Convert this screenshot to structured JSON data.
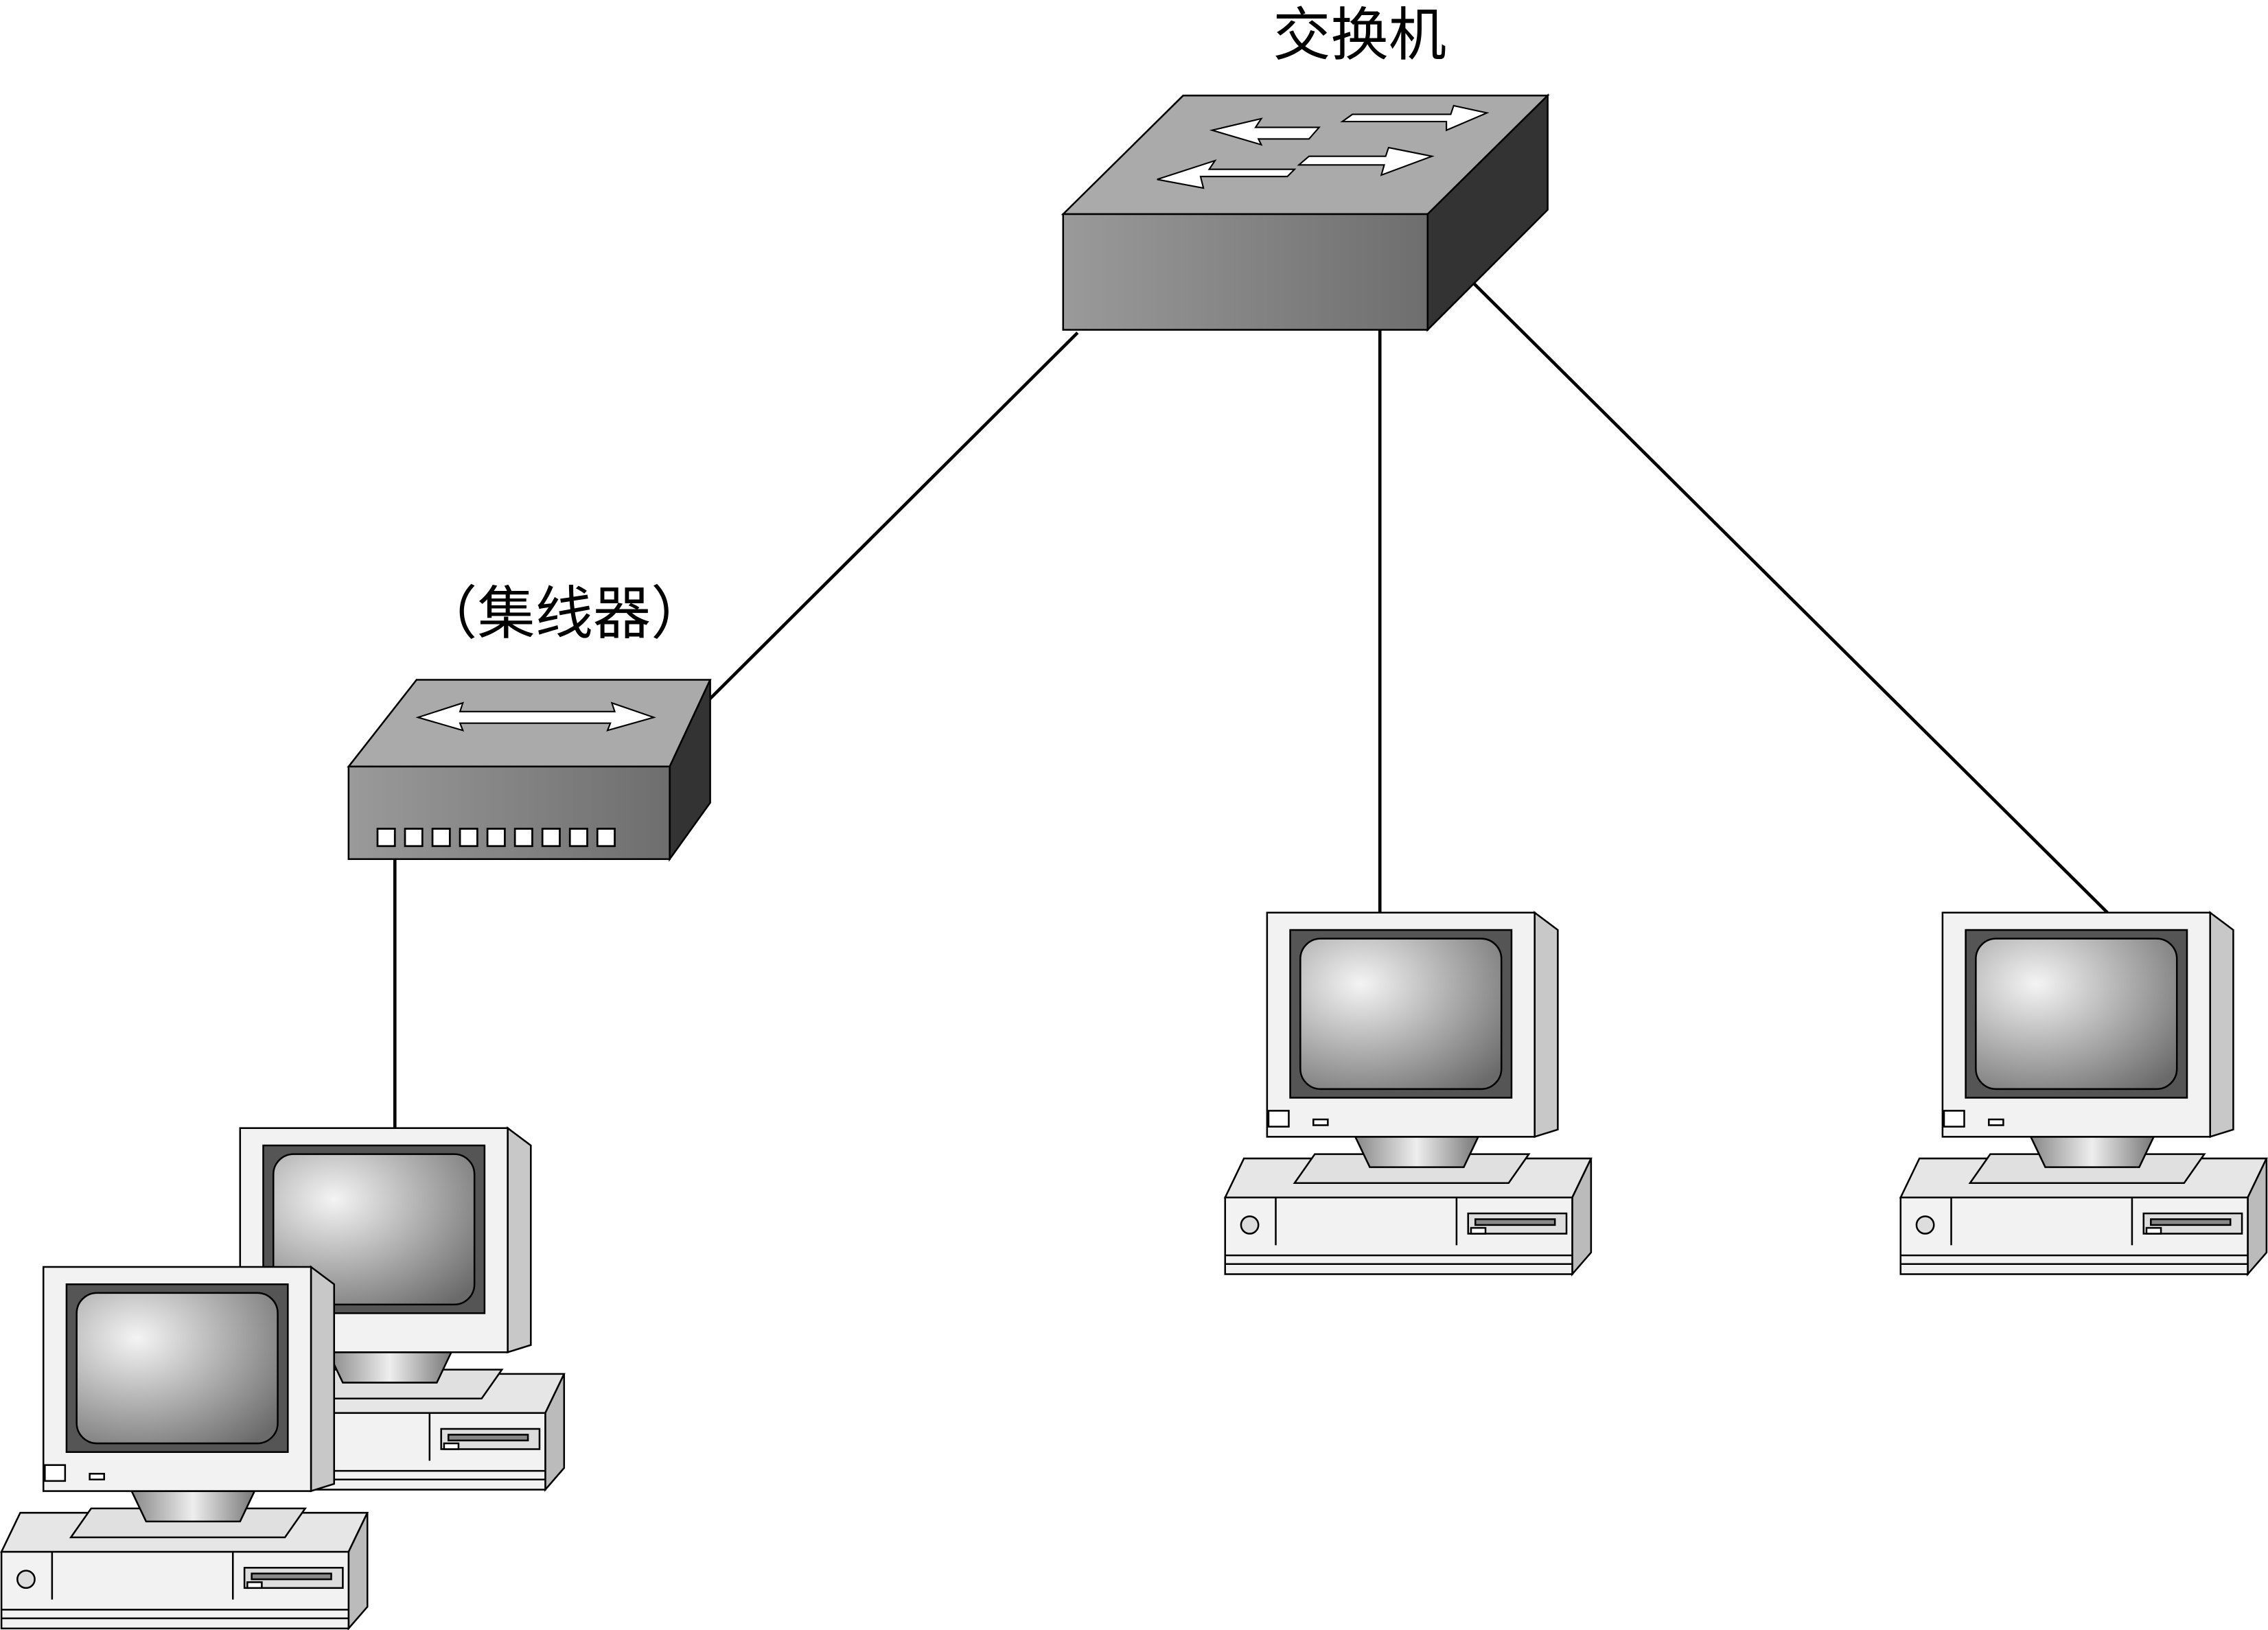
{
  "labels": {
    "switch": "交换机",
    "hub": "（集线器）"
  },
  "nodes": [
    {
      "type": "switch",
      "label_ref": "switch"
    },
    {
      "type": "hub",
      "label_ref": "hub",
      "ports": 9
    },
    {
      "type": "computer",
      "attached_to": "hub"
    },
    {
      "type": "computer",
      "attached_to": "hub"
    },
    {
      "type": "computer",
      "attached_to": "switch"
    },
    {
      "type": "computer",
      "attached_to": "switch"
    }
  ],
  "colors": {
    "device_top": "#aaaaaa",
    "device_front": "#808080",
    "device_side": "#333333",
    "line": "#000000"
  }
}
